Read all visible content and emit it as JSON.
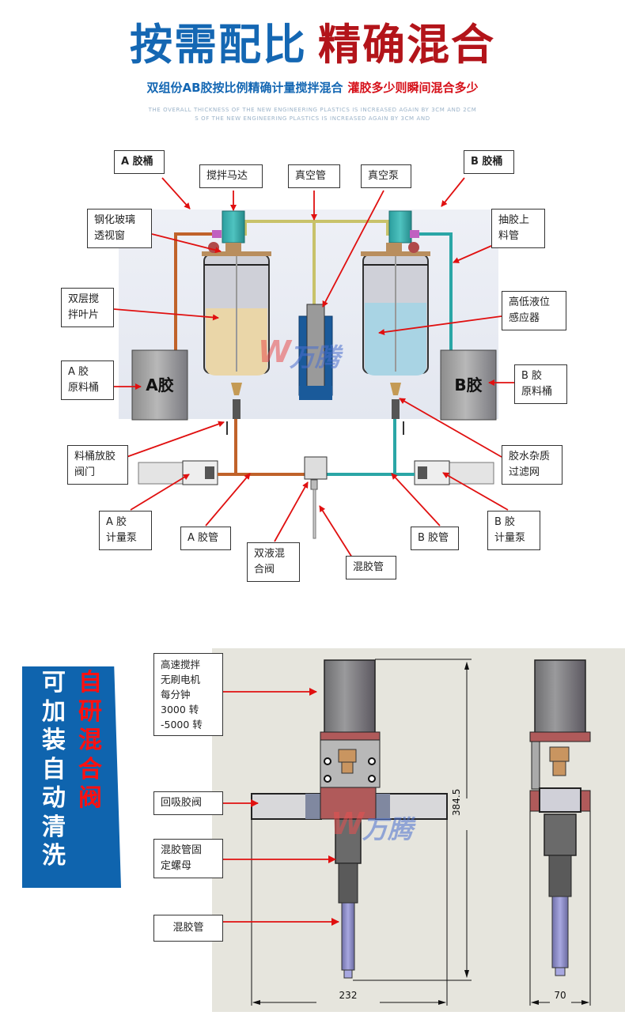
{
  "header": {
    "title_part1": "按需配比",
    "title_part2": "精确混合",
    "subtitle_part1": "双组份AB胶按比例精确计量搅拌混合",
    "subtitle_part2": "灌胶多少则瞬间混合多少",
    "english_line1": "THE OVERALL THICKNESS OF THE NEW ENGINEERING PLASTICS IS INCREASED AGAIN BY 3CM AND 2CM",
    "english_line2": "S OF THE NEW ENGINEERING PLASTICS IS INCREASED AGAIN BY 3CM AND"
  },
  "colors": {
    "brand_blue": "#1467b3",
    "brand_red": "#b3141a",
    "pipe_a": "#c0622a",
    "pipe_b": "#2aa6a6",
    "vacuum_pipe": "#c8c26a",
    "tank_a_fill": "#ead6a8",
    "tank_b_fill": "#a9d4e4",
    "callout_arrow": "#e01010"
  },
  "system_diagram": {
    "labels": {
      "a_tank": "A 胶桶",
      "b_tank": "B 胶桶",
      "stir_motor": "搅拌马达",
      "vacuum_pipe": "真空管",
      "vacuum_pump": "真空泵",
      "glass_window_l1": "钢化玻璃",
      "glass_window_l2": "透视窗",
      "feed_pipe_l1": "抽胶上",
      "feed_pipe_l2": "料管",
      "double_blade_l1": "双层搅",
      "double_blade_l2": "拌叶片",
      "level_sensor_l1": "高低液位",
      "level_sensor_l2": "感应器",
      "a_raw_l1": "A 胶",
      "a_raw_l2": "原料桶",
      "b_raw_l1": "B 胶",
      "b_raw_l2": "原料桶",
      "drain_valve_l1": "料桶放胶",
      "drain_valve_l2": "阀门",
      "filter_l1": "胶水杂质",
      "filter_l2": "过滤网",
      "a_pump_l1": "A 胶",
      "a_pump_l2": "计量泵",
      "a_pipe": "A 胶管",
      "mix_valve_l1": "双液混",
      "mix_valve_l2": "合阀",
      "mix_tube": "混胶管",
      "b_pipe": "B 胶管",
      "b_pump_l1": "B 胶",
      "b_pump_l2": "计量泵"
    },
    "drum_a_text": "A胶",
    "drum_b_text": "B胶",
    "watermark_latin": "W",
    "watermark_cn": "万腾"
  },
  "valve_section": {
    "banner_left": [
      "可",
      "加",
      "装",
      "自",
      "动",
      "清",
      "洗"
    ],
    "banner_right": [
      "自",
      "研",
      "混",
      "合",
      "阀"
    ],
    "labels": {
      "motor_l1": "高速搅拌",
      "motor_l2": "无刷电机",
      "motor_l3": "每分钟",
      "motor_l4": "3000 转",
      "motor_l5": "-5000 转",
      "suckback_valve": "回吸胶阀",
      "nut_l1": "混胶管固",
      "nut_l2": "定螺母",
      "mix_tube": "混胶管"
    },
    "dimensions": {
      "height": "384.5",
      "width_front": "232",
      "width_side": "70"
    }
  }
}
